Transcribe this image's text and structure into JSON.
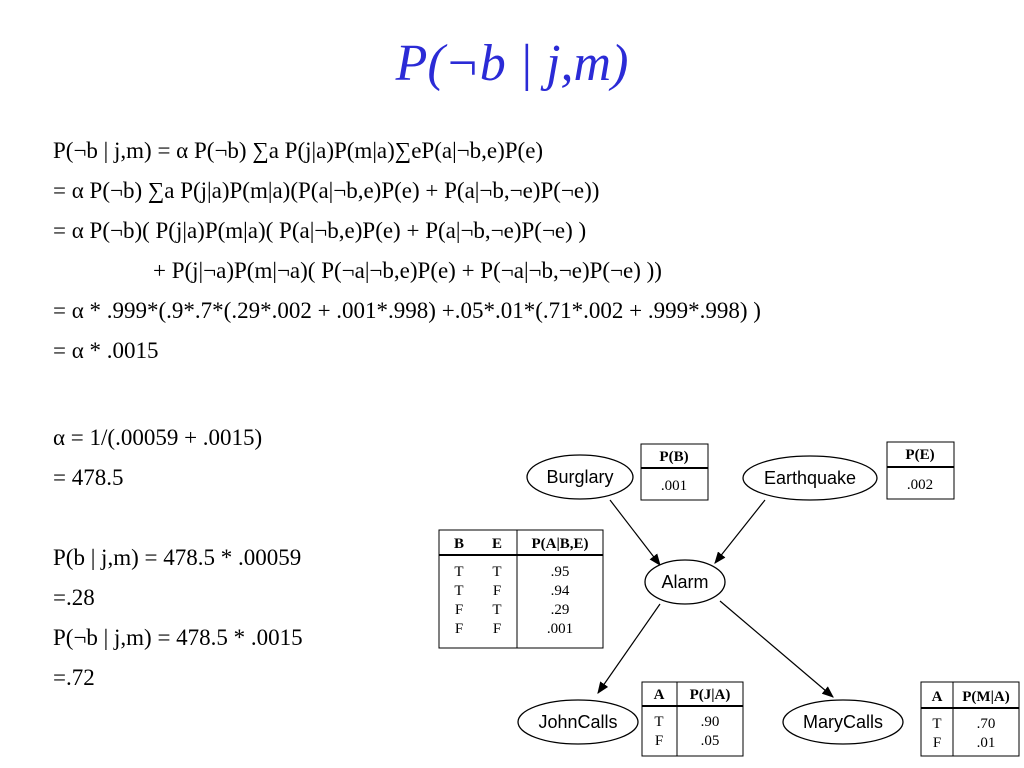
{
  "title": "P(¬b | j,m)",
  "equations": [
    "P(¬b | j,m) = α P(¬b) ∑a P(j|a)P(m|a)∑eP(a|¬b,e)P(e)",
    "= α P(¬b) ∑a P(j|a)P(m|a)(P(a|¬b,e)P(e) + P(a|¬b,¬e)P(¬e))",
    "= α P(¬b)( P(j|a)P(m|a)( P(a|¬b,e)P(e) + P(a|¬b,¬e)P(¬e) )",
    "+ P(j|¬a)P(m|¬a)( P(¬a|¬b,e)P(e) + P(¬a|¬b,¬e)P(¬e) ))",
    "= α * .999*(.9*.7*(.29*.002 + .001*.998) +.05*.01*(.71*.002 + .999*.998) )",
    "= α * .0015"
  ],
  "alpha_lines": [
    "α   = 1/(.00059 + .0015)",
    "=  478.5"
  ],
  "result_lines": [
    "P(b | j,m) = 478.5 * .00059",
    "=.28",
    "P(¬b | j,m) = 478.5 * .0015",
    "=.72"
  ],
  "network": {
    "nodes": {
      "burglary": "Burglary",
      "earthquake": "Earthquake",
      "alarm": "Alarm",
      "johncalls": "JohnCalls",
      "marycalls": "MaryCalls"
    },
    "cpt_b": {
      "header": "P(B)",
      "value": ".001"
    },
    "cpt_e": {
      "header": "P(E)",
      "value": ".002"
    },
    "cpt_a": {
      "headers": [
        "B",
        "E",
        "P(A|B,E)"
      ],
      "rows": [
        [
          "T",
          "T",
          ".95"
        ],
        [
          "T",
          "F",
          ".94"
        ],
        [
          "F",
          "T",
          ".29"
        ],
        [
          "F",
          "F",
          ".001"
        ]
      ]
    },
    "cpt_j": {
      "headers": [
        "A",
        "P(J|A)"
      ],
      "rows": [
        [
          "T",
          ".90"
        ],
        [
          "F",
          ".05"
        ]
      ]
    },
    "cpt_m": {
      "headers": [
        "A",
        "P(M|A)"
      ],
      "rows": [
        [
          "T",
          ".70"
        ],
        [
          "F",
          ".01"
        ]
      ]
    }
  }
}
